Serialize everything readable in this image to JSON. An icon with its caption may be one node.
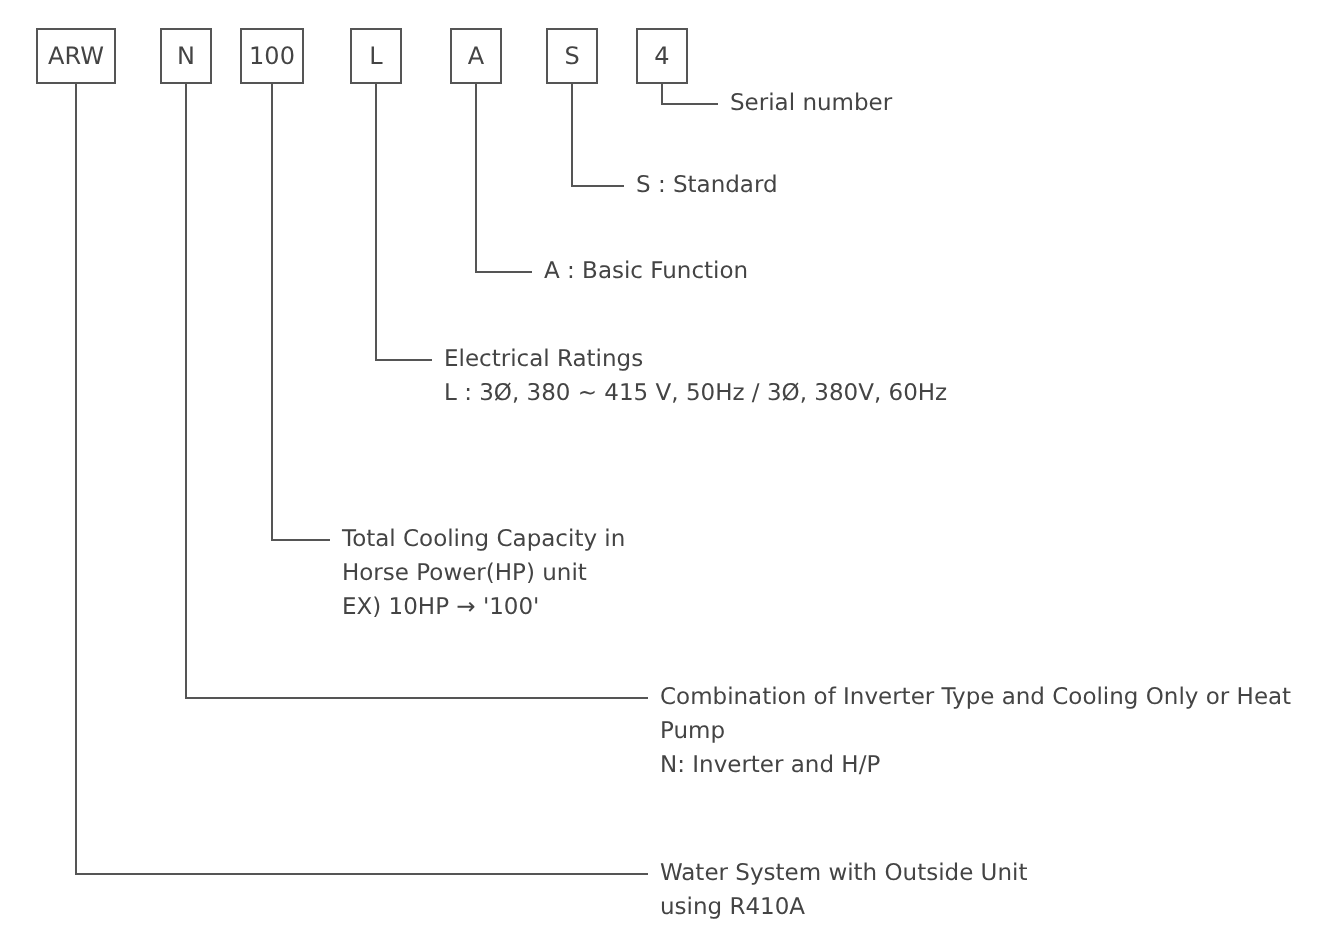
{
  "diagram": {
    "nodes": [
      {
        "text": [
          "ARW"
        ]
      },
      {
        "text": [
          "N"
        ]
      },
      {
        "text": [
          "100"
        ]
      },
      {
        "text": [
          "L"
        ]
      },
      {
        "text": [
          "A"
        ]
      },
      {
        "text": [
          "S"
        ]
      },
      {
        "text": [
          "4"
        ]
      },
      {
        "text": [
          "Serial number"
        ]
      },
      {
        "text": [
          "S : Standard"
        ]
      },
      {
        "text": [
          "A : Basic Function"
        ]
      },
      {
        "text": [
          "Electrical Ratings",
          "L : 3Ø, 380 ~ 415 V, 50Hz / 3Ø, 380V, 60Hz"
        ]
      },
      {
        "text": [
          "Total Cooling Capacity in Horse Power(HP) unit",
          "EX) 10HP → '100'"
        ]
      },
      {
        "text": [
          "Combination of Inverter Type and Cooling Only or Heat Pump",
          "N: Inverter and H/P"
        ]
      },
      {
        "text": [
          "Water System with Outside Unit using R410A"
        ]
      }
    ],
    "edges": [
      {
        "from": 7,
        "to": 6,
        "arrow": "none"
      },
      {
        "from": 8,
        "to": 5,
        "arrow": "none"
      },
      {
        "from": 9,
        "to": 4,
        "arrow": "none"
      },
      {
        "from": 10,
        "to": 3,
        "arrow": "none"
      },
      {
        "from": 11,
        "to": 2,
        "arrow": "none"
      },
      {
        "from": 12,
        "to": 1,
        "arrow": "none"
      },
      {
        "from": 13,
        "to": 0,
        "arrow": "none"
      }
    ]
  }
}
